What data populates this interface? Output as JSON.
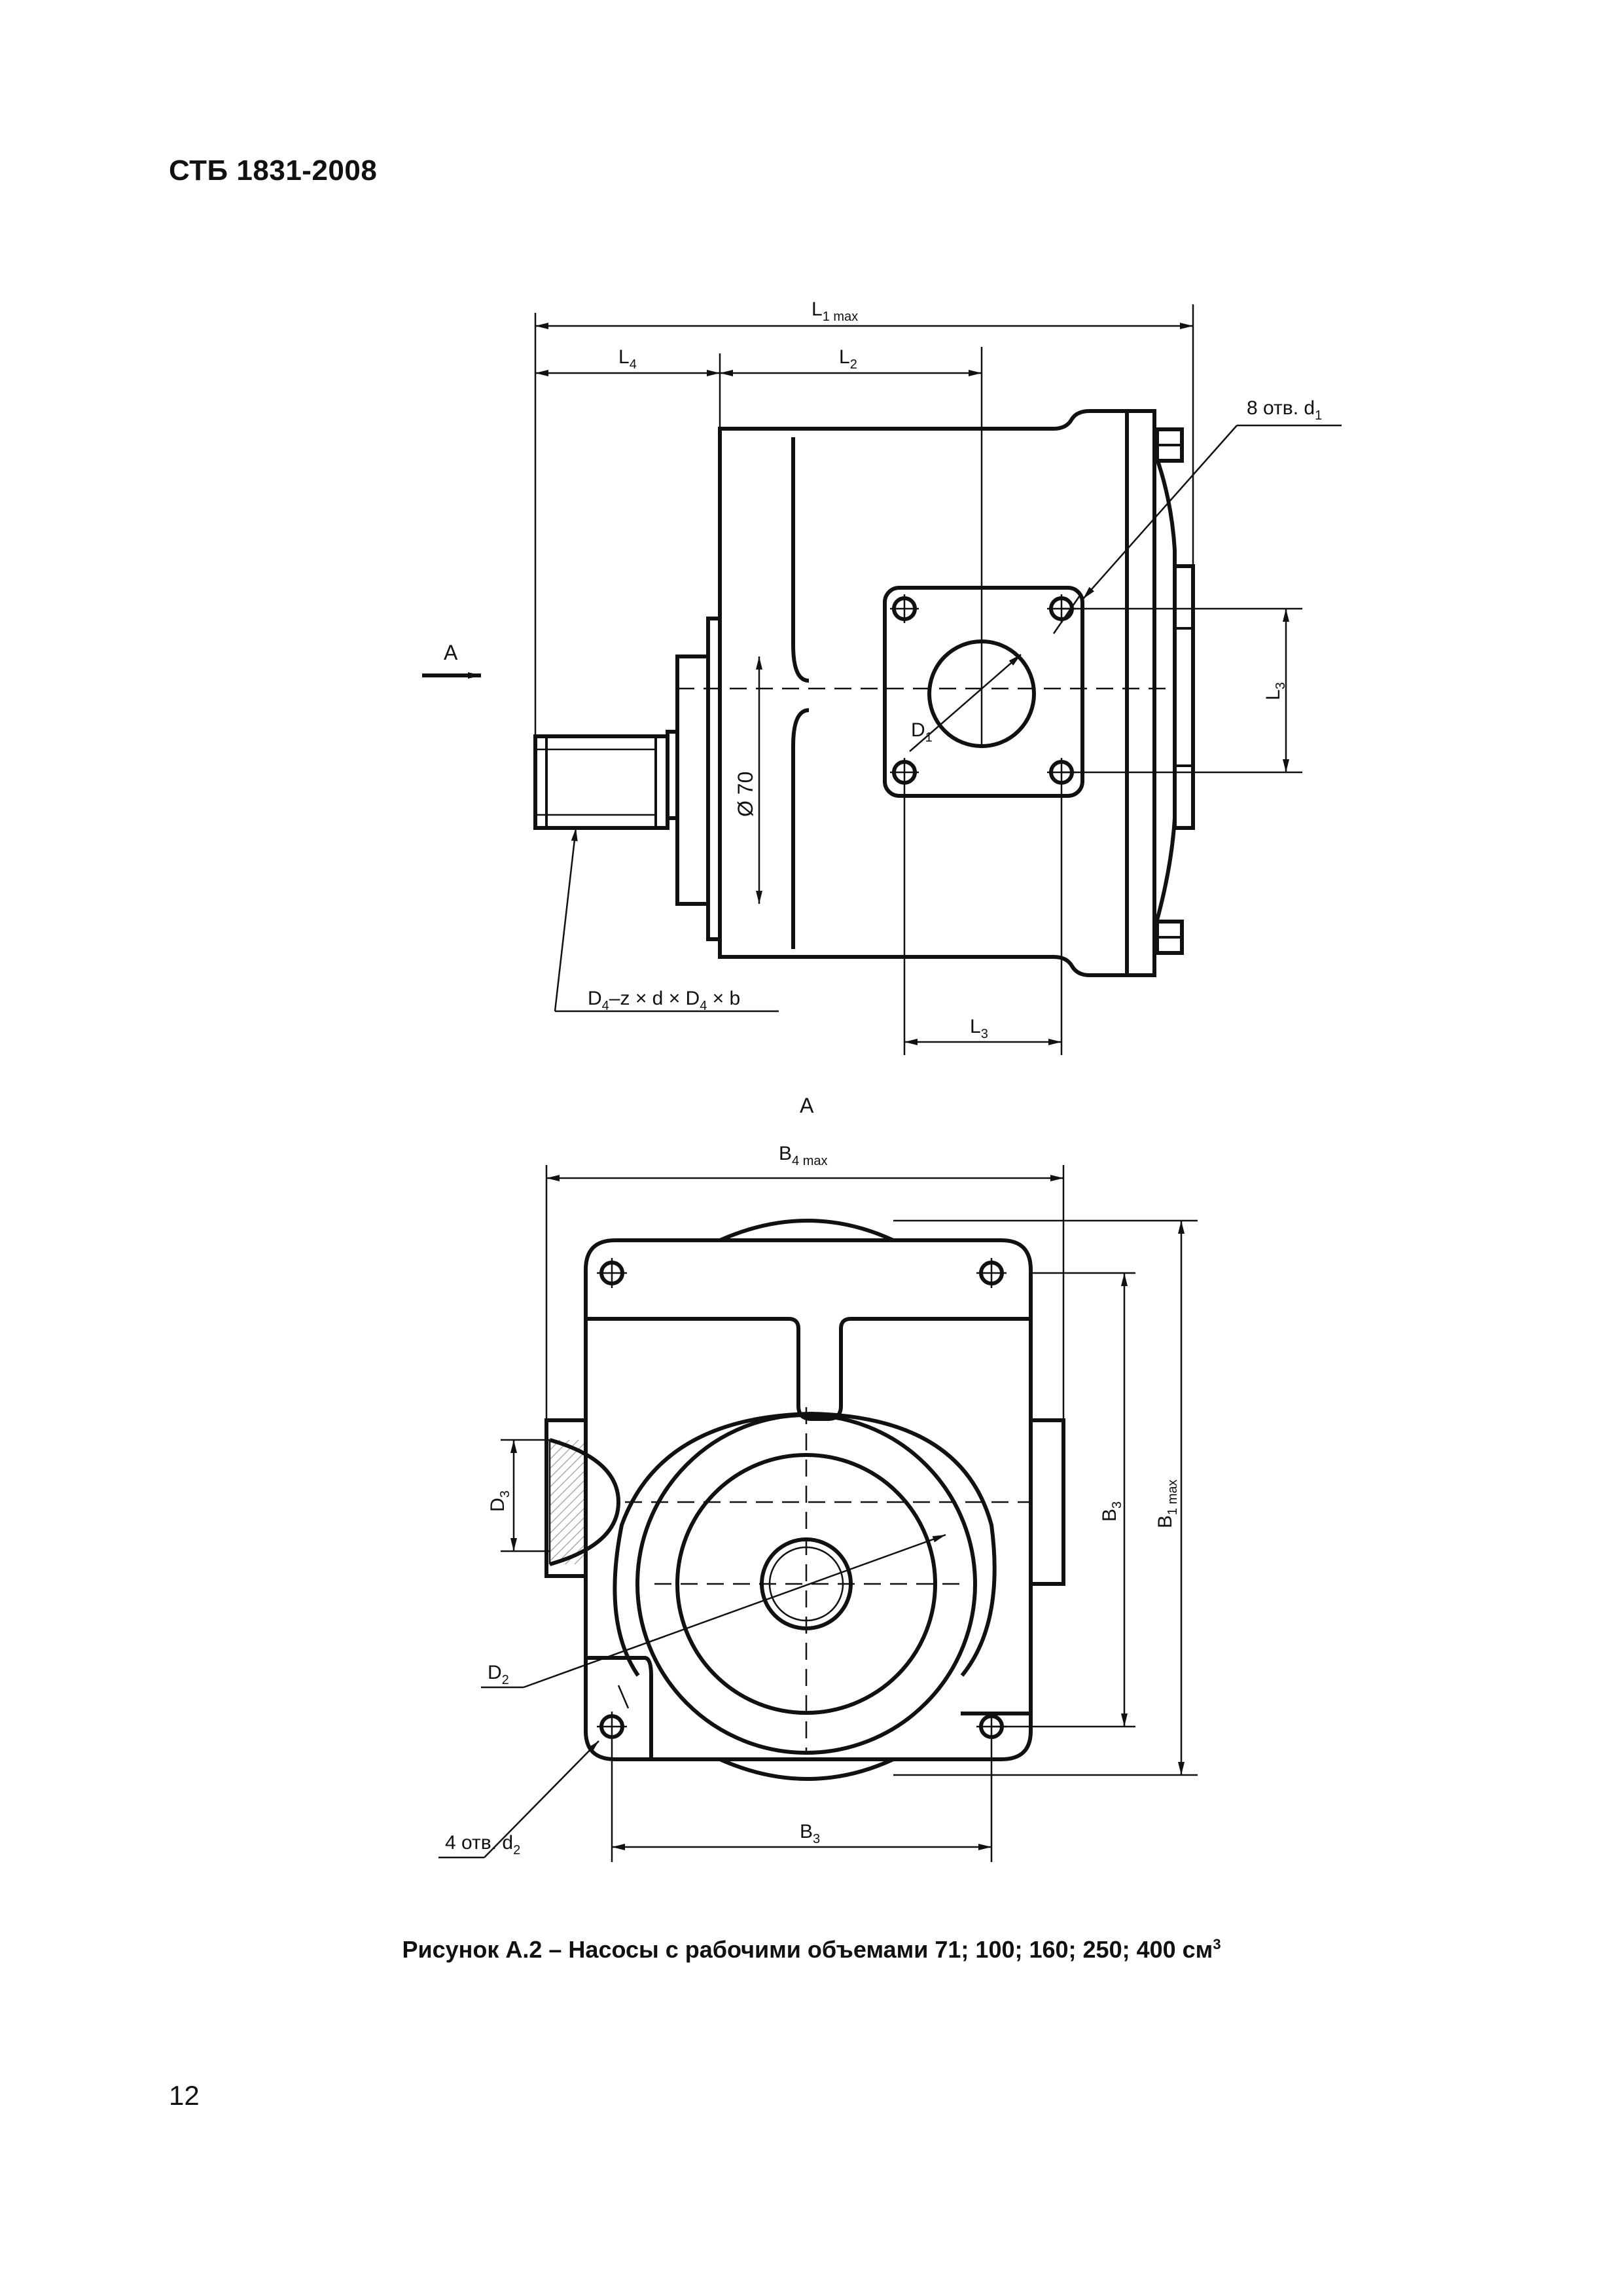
{
  "header": {
    "doc_code": "СТБ 1831-2008"
  },
  "figure": {
    "caption_text": "Рисунок А.2 – Насосы с рабочими объемами 71; 100; 160; 250; 400 см",
    "caption_sup": "3"
  },
  "page_number": "12",
  "labels": {
    "L1max": {
      "main": "L",
      "sub": "1 max"
    },
    "L4": {
      "main": "L",
      "sub": "4"
    },
    "L2": {
      "main": "L",
      "sub": "2"
    },
    "holes8": {
      "main": "8 отв. d",
      "sub": "1"
    },
    "arrowA": "A",
    "L3_right": {
      "main": "L",
      "sub": "3"
    },
    "D1": {
      "main": "D",
      "sub": "1"
    },
    "phi70": "Ø 70",
    "spline": {
      "p1": "D",
      "s1": "4",
      "p2": "–z × d × D",
      "s2": "4",
      "p3": " × b"
    },
    "L3_bottom": {
      "main": "L",
      "sub": "3"
    },
    "viewA": "A",
    "B4max": {
      "main": "B",
      "sub": "4 max"
    },
    "D3": {
      "main": "D",
      "sub": "3"
    },
    "B3_vertical": {
      "main": "B",
      "sub": "3"
    },
    "B1max": {
      "main": "B",
      "sub": "1 max"
    },
    "D2": {
      "main": "D",
      "sub": "2"
    },
    "holes4": {
      "main": "4 отв. d",
      "sub": "2"
    },
    "B3_bottom": {
      "main": "B",
      "sub": "3"
    }
  },
  "icons": [
    "dimension-arrow",
    "view-arrow"
  ]
}
